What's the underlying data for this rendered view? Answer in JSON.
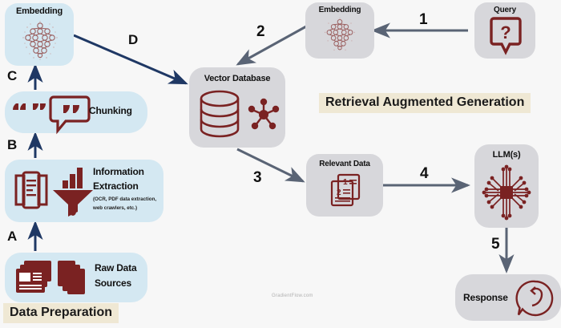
{
  "diagram": {
    "title_banner": "Retrieval Augmented Generation",
    "section_banner": "Data Preparation",
    "watermark": "GradientFlow.com",
    "background_color": "#f7f7f7",
    "blue_box_color": "#d4e8f2",
    "gray_box_color": "#d7d7db",
    "icon_color": "#7a2222",
    "blue_arrow_color": "#1f3864",
    "gray_arrow_color": "#5a6475",
    "banner_color": "#efe8d4"
  },
  "nodes": {
    "embedding_left": {
      "label": "Embedding",
      "icon": "neural-network-icon",
      "style": "blue"
    },
    "chunking": {
      "label": "Chunking",
      "icon": "quote-bubble-icon",
      "style": "blue"
    },
    "information_extraction": {
      "label_line1": "Information",
      "label_line2": "Extraction",
      "sublabel_line1": "(OCR, PDF data extraction,",
      "sublabel_line2": "web crawlers, etc.)",
      "icon_a": "document-scan-icon",
      "icon_b": "funnel-chart-icon",
      "style": "blue"
    },
    "raw_data_sources": {
      "label_line1": "Raw Data",
      "label_line2": "Sources",
      "icon": "stacked-documents-icon",
      "style": "blue"
    },
    "vector_database": {
      "label": "Vector Database",
      "icon_a": "database-cylinder-icon",
      "icon_b": "vector-nodes-icon",
      "style": "gray"
    },
    "embedding_right": {
      "label": "Embedding",
      "icon": "neural-network-icon",
      "style": "gray"
    },
    "query": {
      "label": "Query",
      "icon": "question-bubble-icon",
      "style": "gray"
    },
    "relevant_data": {
      "label": "Relevant Data",
      "icon": "numbered-documents-icon",
      "style": "gray"
    },
    "llm": {
      "label": "LLM(s)",
      "icon": "chip-icon",
      "style": "gray"
    },
    "response": {
      "label": "Response",
      "icon": "reply-bubble-icon",
      "style": "gray"
    }
  },
  "edges": [
    {
      "id": "A",
      "label": "A",
      "from": "raw_data_sources",
      "to": "information_extraction",
      "color": "#1f3864"
    },
    {
      "id": "B",
      "label": "B",
      "from": "information_extraction",
      "to": "chunking",
      "color": "#1f3864"
    },
    {
      "id": "C",
      "label": "C",
      "from": "chunking",
      "to": "embedding_left",
      "color": "#1f3864"
    },
    {
      "id": "D",
      "label": "D",
      "from": "embedding_left",
      "to": "vector_database",
      "color": "#1f3864"
    },
    {
      "id": "1",
      "label": "1",
      "from": "query",
      "to": "embedding_right",
      "color": "#5a6475"
    },
    {
      "id": "2",
      "label": "2",
      "from": "embedding_right",
      "to": "vector_database",
      "color": "#5a6475"
    },
    {
      "id": "3",
      "label": "3",
      "from": "vector_database",
      "to": "relevant_data",
      "color": "#5a6475"
    },
    {
      "id": "4",
      "label": "4",
      "from": "relevant_data",
      "to": "llm",
      "color": "#5a6475"
    },
    {
      "id": "5",
      "label": "5",
      "from": "llm",
      "to": "response",
      "color": "#5a6475"
    }
  ]
}
